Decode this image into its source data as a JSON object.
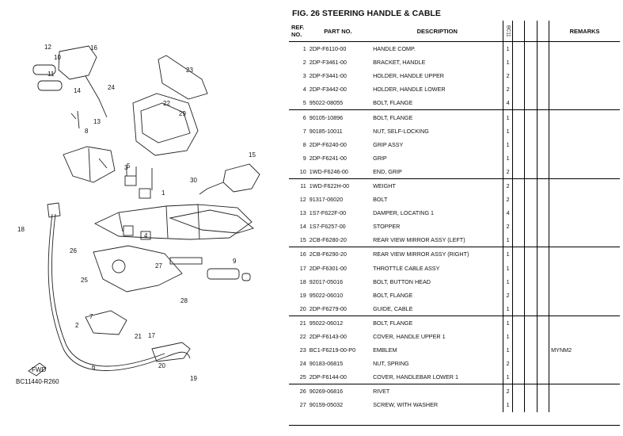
{
  "figure": {
    "title": "FIG.  26  STEERING HANDLE & CABLE",
    "diagram_code": "BC11440-R260",
    "fwd_label": "FWD",
    "callouts": [
      "1",
      "2",
      "3",
      "4",
      "5",
      "6",
      "7",
      "8",
      "9",
      "10",
      "11",
      "12",
      "13",
      "14",
      "15",
      "16",
      "17",
      "18",
      "19",
      "20",
      "21",
      "22",
      "23",
      "24",
      "25",
      "26",
      "27",
      "28",
      "29",
      "30"
    ]
  },
  "table": {
    "headers": {
      "ref_line1": "REF.",
      "ref_line2": "NO.",
      "part_no": "PART NO.",
      "description": "DESCRIPTION",
      "model_code": "BC11",
      "remarks": "REMARKS"
    },
    "rows": [
      {
        "ref": "1",
        "part_no": "2DP-F6110-00",
        "desc": "HANDLE COMP.",
        "qty": "1",
        "remarks": ""
      },
      {
        "ref": "2",
        "part_no": "2DP-F3461-00",
        "desc": "BRACKET, HANDLE",
        "qty": "1",
        "remarks": ""
      },
      {
        "ref": "3",
        "part_no": "2DP-F3441-00",
        "desc": "HOLDER, HANDLE UPPER",
        "qty": "2",
        "remarks": ""
      },
      {
        "ref": "4",
        "part_no": "2DP-F3442-00",
        "desc": "HOLDER, HANDLE LOWER",
        "qty": "2",
        "remarks": ""
      },
      {
        "ref": "5",
        "part_no": "95022-08055",
        "desc": "BOLT, FLANGE",
        "qty": "4",
        "remarks": ""
      },
      {
        "ref": "6",
        "part_no": "90105-10896",
        "desc": "BOLT, FLANGE",
        "qty": "1",
        "remarks": ""
      },
      {
        "ref": "7",
        "part_no": "90185-10011",
        "desc": "NUT, SELF-LOCKING",
        "qty": "1",
        "remarks": ""
      },
      {
        "ref": "8",
        "part_no": "2DP-F6240-00",
        "desc": "GRIP ASSY",
        "qty": "1",
        "remarks": ""
      },
      {
        "ref": "9",
        "part_no": "2DP-F6241-00",
        "desc": "GRIP",
        "qty": "1",
        "remarks": ""
      },
      {
        "ref": "10",
        "part_no": "1WD-F6246-00",
        "desc": "END, GRIP",
        "qty": "2",
        "remarks": ""
      },
      {
        "ref": "11",
        "part_no": "1WD-F622H-00",
        "desc": "WEIGHT",
        "qty": "2",
        "remarks": ""
      },
      {
        "ref": "12",
        "part_no": "91317-06020",
        "desc": "BOLT",
        "qty": "2",
        "remarks": ""
      },
      {
        "ref": "13",
        "part_no": "1S7-F622F-00",
        "desc": "DAMPER, LOCATING 1",
        "qty": "4",
        "remarks": ""
      },
      {
        "ref": "14",
        "part_no": "1S7-F6257-00",
        "desc": "STOPPER",
        "qty": "2",
        "remarks": ""
      },
      {
        "ref": "15",
        "part_no": "2CB-F6280-20",
        "desc": "REAR VIEW MIRROR ASSY (LEFT)",
        "qty": "1",
        "remarks": ""
      },
      {
        "ref": "16",
        "part_no": "2CB-F6290-20",
        "desc": "REAR VIEW MIRROR ASSY (RIGHT)",
        "qty": "1",
        "remarks": ""
      },
      {
        "ref": "17",
        "part_no": "2DP-F6301-00",
        "desc": "THROTTLE CABLE ASSY",
        "qty": "1",
        "remarks": ""
      },
      {
        "ref": "18",
        "part_no": "92017-05016",
        "desc": "BOLT, BUTTON HEAD",
        "qty": "1",
        "remarks": ""
      },
      {
        "ref": "19",
        "part_no": "95022-06010",
        "desc": "BOLT, FLANGE",
        "qty": "2",
        "remarks": ""
      },
      {
        "ref": "20",
        "part_no": "2DP-F6279-00",
        "desc": "GUIDE, CABLE",
        "qty": "1",
        "remarks": ""
      },
      {
        "ref": "21",
        "part_no": "95022-06012",
        "desc": "BOLT, FLANGE",
        "qty": "1",
        "remarks": ""
      },
      {
        "ref": "22",
        "part_no": "2DP-F6143-00",
        "desc": "COVER, HANDLE UPPER 1",
        "qty": "1",
        "remarks": ""
      },
      {
        "ref": "23",
        "part_no": "BC1-F6219-00-P0",
        "desc": "EMBLEM",
        "qty": "1",
        "remarks": "MYNM2"
      },
      {
        "ref": "24",
        "part_no": "90183-06815",
        "desc": "NUT, SPRING",
        "qty": "2",
        "remarks": ""
      },
      {
        "ref": "25",
        "part_no": "2DP-F6144-00",
        "desc": "COVER, HANDLEBAR LOWER 1",
        "qty": "1",
        "remarks": ""
      },
      {
        "ref": "26",
        "part_no": "90269-06816",
        "desc": "RIVET",
        "qty": "2",
        "remarks": ""
      },
      {
        "ref": "27",
        "part_no": "90159-05032",
        "desc": "SCREW, WITH WASHER",
        "qty": "1",
        "remarks": ""
      }
    ]
  }
}
